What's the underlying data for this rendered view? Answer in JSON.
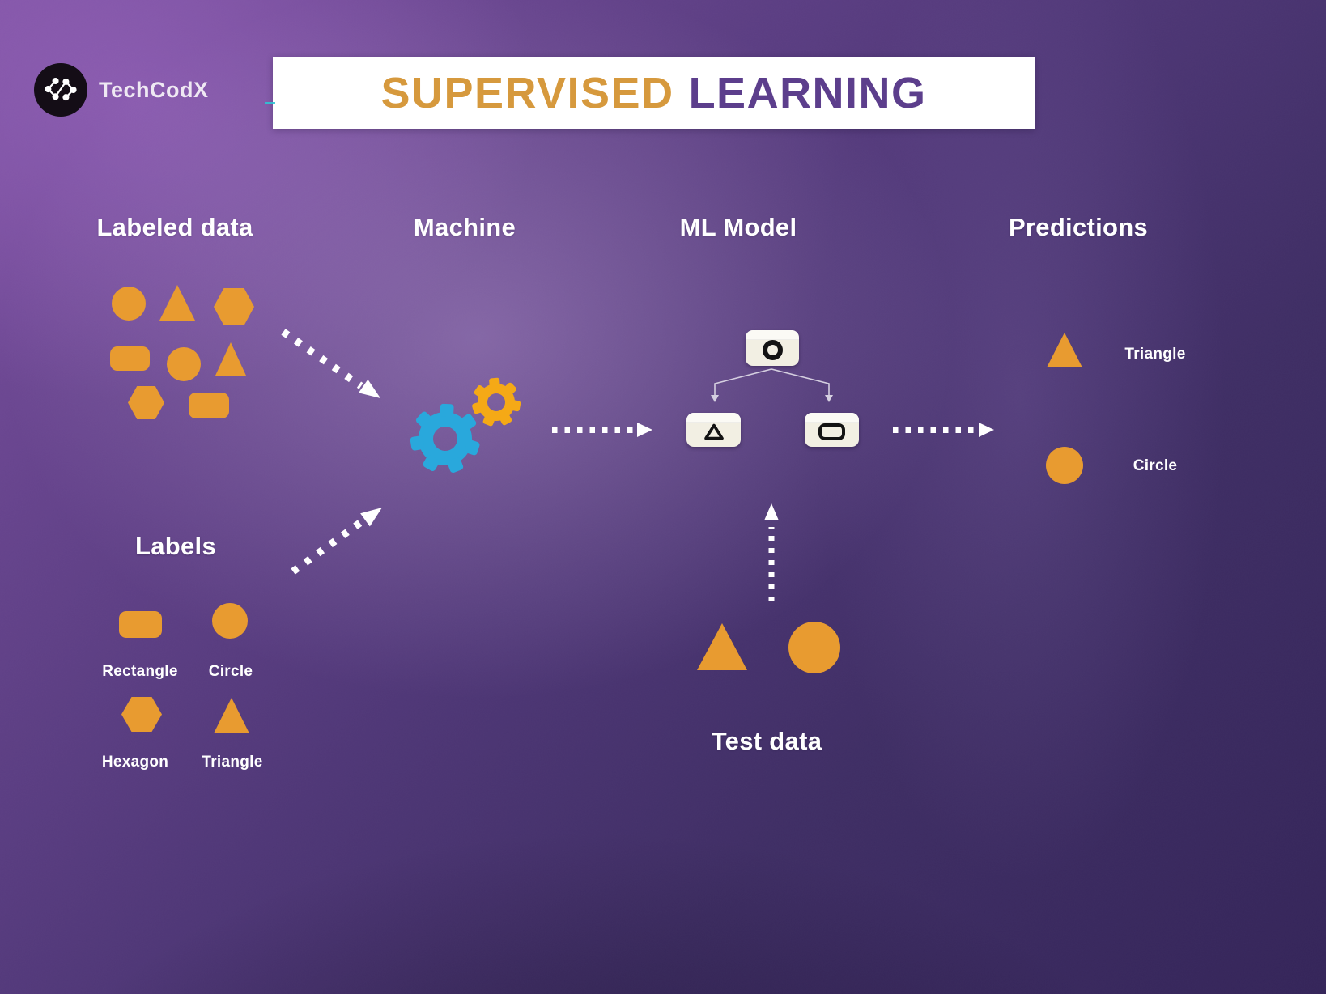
{
  "brand": {
    "name": "TechCodX",
    "logo_icon": "network-code-icon"
  },
  "title": {
    "left": "SUPERVISED",
    "right": "LEARNING"
  },
  "columns": {
    "labeled_data": "Labeled data",
    "machine": "Machine",
    "ml_model": "ML Model",
    "predictions": "Predictions"
  },
  "labeled_data": {
    "shapes_grid": [
      [
        "circle",
        "triangle",
        "hexagon"
      ],
      [
        "rectangle",
        "circle",
        "triangle"
      ],
      [
        "hexagon",
        "rectangle"
      ]
    ]
  },
  "machine": {
    "icons": [
      "gear-blue",
      "gear-gold"
    ]
  },
  "ml_model": {
    "root_icon": "circle-ring",
    "children_icons": [
      "triangle-outline",
      "pill-outline"
    ]
  },
  "labels_section": {
    "heading": "Labels",
    "items": [
      {
        "shape": "rectangle",
        "label": "Rectangle"
      },
      {
        "shape": "circle",
        "label": "Circle"
      },
      {
        "shape": "hexagon",
        "label": "Hexagon"
      },
      {
        "shape": "triangle",
        "label": "Triangle"
      }
    ]
  },
  "test_data": {
    "heading": "Test data",
    "shapes": [
      "triangle",
      "circle"
    ]
  },
  "predictions": {
    "items": [
      {
        "shape": "triangle",
        "label": "Triangle"
      },
      {
        "shape": "circle",
        "label": "Circle"
      }
    ]
  },
  "arrows": [
    "labeled-data-to-machine",
    "labels-to-machine",
    "machine-to-ml-model",
    "ml-model-to-predictions",
    "test-data-to-ml-model"
  ],
  "colors": {
    "shape_orange": "#e89b30",
    "gear_blue": "#29a8dc",
    "gear_gold": "#f5a916",
    "title_orange": "#d6993d",
    "title_purple": "#5c3e8c",
    "node_cream": "#f2efe3",
    "background_purple": "#4e3676",
    "arrow_white": "#ffffff"
  }
}
